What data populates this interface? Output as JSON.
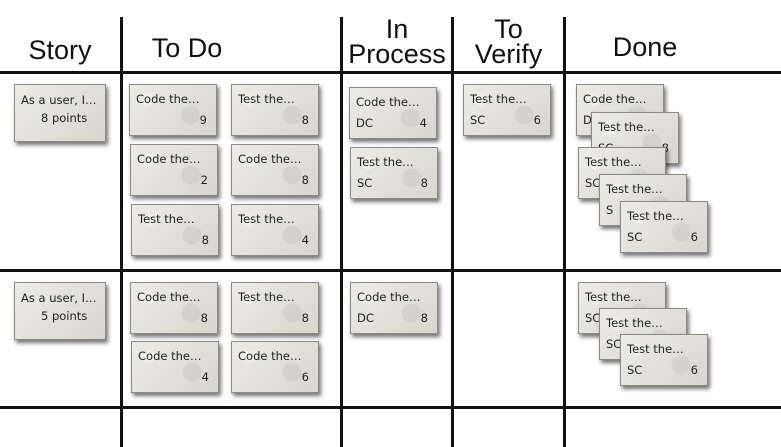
{
  "headers": {
    "story": "Story",
    "todo": "To Do",
    "in_process_1": "In",
    "in_process_2": "Process",
    "to_verify_1": "To",
    "to_verify_2": "Verify",
    "done": "Done"
  },
  "stories": [
    {
      "story": {
        "title": "As a user, I…",
        "points": "8 points"
      },
      "todo": [
        {
          "title": "Code the…",
          "estimate": "9"
        },
        {
          "title": "Test the…",
          "estimate": "8"
        },
        {
          "title": "Code the…",
          "estimate": "2"
        },
        {
          "title": "Code the…",
          "estimate": "8"
        },
        {
          "title": "Test the…",
          "estimate": "8"
        },
        {
          "title": "Test the…",
          "estimate": "4"
        }
      ],
      "in_process": [
        {
          "title": "Code the…",
          "owner": "DC",
          "estimate": "4"
        },
        {
          "title": "Test the…",
          "owner": "SC",
          "estimate": "8"
        }
      ],
      "to_verify": [
        {
          "title": "Test the…",
          "owner": "SC",
          "estimate": "6"
        }
      ],
      "done": [
        {
          "title": "Code the…",
          "owner": "D",
          "estimate": ""
        },
        {
          "title": "Test the…",
          "owner": "SC",
          "estimate": "8"
        },
        {
          "title": "Test the…",
          "owner": "SC",
          "estimate": ""
        },
        {
          "title": "Test the…",
          "owner": "S",
          "estimate": ""
        },
        {
          "title": "Test the…",
          "owner": "SC",
          "estimate": "6"
        }
      ]
    },
    {
      "story": {
        "title": "As a user, I…",
        "points": "5 points"
      },
      "todo": [
        {
          "title": "Code the…",
          "estimate": "8"
        },
        {
          "title": "Test the…",
          "estimate": "8"
        },
        {
          "title": "Code the…",
          "estimate": "4"
        },
        {
          "title": "Code the…",
          "estimate": "6"
        }
      ],
      "in_process": [
        {
          "title": "Code the…",
          "owner": "DC",
          "estimate": "8"
        }
      ],
      "to_verify": [],
      "done": [
        {
          "title": "Test the…",
          "owner": "SC",
          "estimate": ""
        },
        {
          "title": "Test the…",
          "owner": "SC",
          "estimate": ""
        },
        {
          "title": "Test the…",
          "owner": "SC",
          "estimate": "6"
        }
      ]
    }
  ]
}
